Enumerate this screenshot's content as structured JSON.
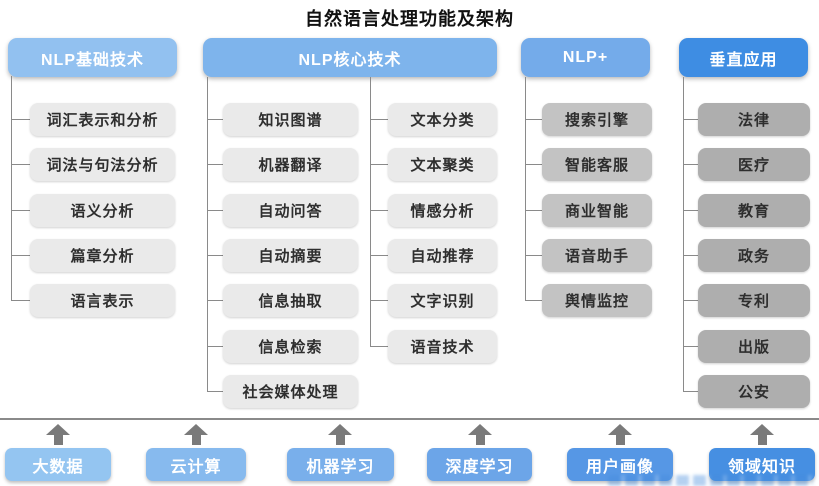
{
  "title": "自然语言处理功能及架构",
  "headers": {
    "basic": "NLP基础技术",
    "core": "NLP核心技术",
    "plus": "NLP+",
    "vertical": "垂直应用"
  },
  "basic_items": [
    "词汇表示和分析",
    "词法与句法分析",
    "语义分析",
    "篇章分析",
    "语言表示"
  ],
  "core_left_items": [
    "知识图谱",
    "机器翻译",
    "自动问答",
    "自动摘要",
    "信息抽取",
    "信息检索",
    "社会媒体处理"
  ],
  "core_right_items": [
    "文本分类",
    "文本聚类",
    "情感分析",
    "自动推荐",
    "文字识别",
    "语音技术"
  ],
  "plus_items": [
    "搜索引擎",
    "智能客服",
    "商业智能",
    "语音助手",
    "舆情监控"
  ],
  "vertical_items": [
    "法律",
    "医疗",
    "教育",
    "政务",
    "专利",
    "出版",
    "公安"
  ],
  "foundation_items": [
    "大数据",
    "云计算",
    "机器学习",
    "深度学习",
    "用户画像",
    "领域知识"
  ],
  "colors": {
    "header_basic": "#92C1F0",
    "header_core": "#7EB4EC",
    "header_plus": "#74ABEA",
    "header_vertical": "#3E8DE3",
    "box_light_gray": "#EAEAEA",
    "box_medium_gray": "#C3C3C3",
    "box_dark_gray": "#AEAEAE",
    "foundation": [
      "#94C5F1",
      "#87BAEE",
      "#79AFEB",
      "#6CA5E8",
      "#5697E5",
      "#468FE2"
    ],
    "arrow": "#7A7A7A",
    "connector": "#8A8A8A"
  }
}
